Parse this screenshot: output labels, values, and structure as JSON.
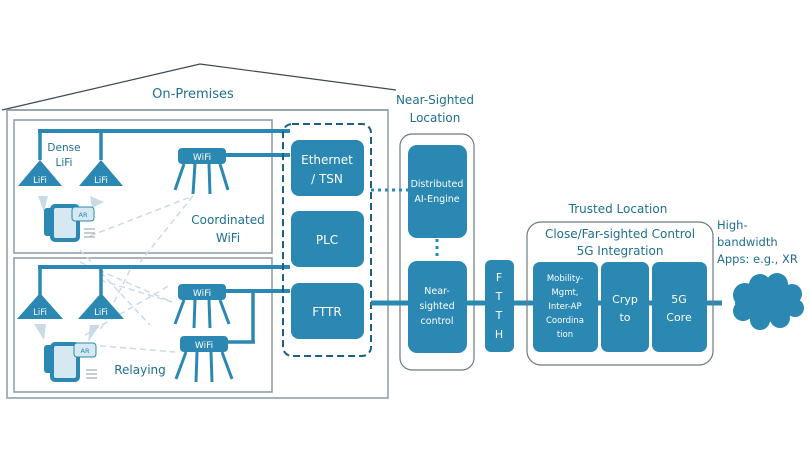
{
  "colors": {
    "primary": "#2a88b3",
    "primary_dark": "#1c5f80",
    "label": "#1f6f8f",
    "outline": "#8c9aa3",
    "dashed_link": "#c9dbe6",
    "device_fill": "#d6e8f2"
  },
  "on_premises": {
    "title": "On-Premises",
    "upper_floor": {
      "lifi_group_label_line1": "Dense",
      "lifi_group_label_line2": "LiFi",
      "lifi_1": "LiFi",
      "lifi_2": "LiFi",
      "wifi_1": "WiFi",
      "wifi_group_label_line1": "Coordinated",
      "wifi_group_label_line2": "WiFi",
      "device_badge": "AR"
    },
    "lower_floor": {
      "lifi_1": "LiFi",
      "lifi_2": "LiFi",
      "wifi_1": "WiFi",
      "wifi_2": "WiFi",
      "relay_label": "Relaying",
      "device_badge": "AR"
    },
    "access_tech": {
      "ethernet_line1": "Ethernet",
      "ethernet_line2": "/ TSN",
      "plc": "PLC",
      "fttr": "FTTR"
    }
  },
  "near_sighted": {
    "title_line1": "Near-Sighted",
    "title_line2": "Location",
    "ai_engine_line1": "Distributed",
    "ai_engine_line2": "AI-Engine",
    "control_line1": "Near-",
    "control_line2": "sighted",
    "control_line3": "control"
  },
  "ftth": {
    "letters": [
      "F",
      "T",
      "T",
      "H"
    ]
  },
  "trusted": {
    "title": "Trusted Location",
    "subtitle_line1": "Close/Far-sighted Control",
    "subtitle_line2": "5G Integration",
    "mobility_lines": [
      "Mobility-",
      "Mgmt,",
      "Inter-AP",
      "Coordina",
      "tion"
    ],
    "crypto_line1": "Cryp",
    "crypto_line2": "to",
    "core_line1": "5G",
    "core_line2": "Core"
  },
  "apps": {
    "line1": "High-",
    "line2": "bandwidth",
    "line3": "Apps: e.g., XR"
  }
}
